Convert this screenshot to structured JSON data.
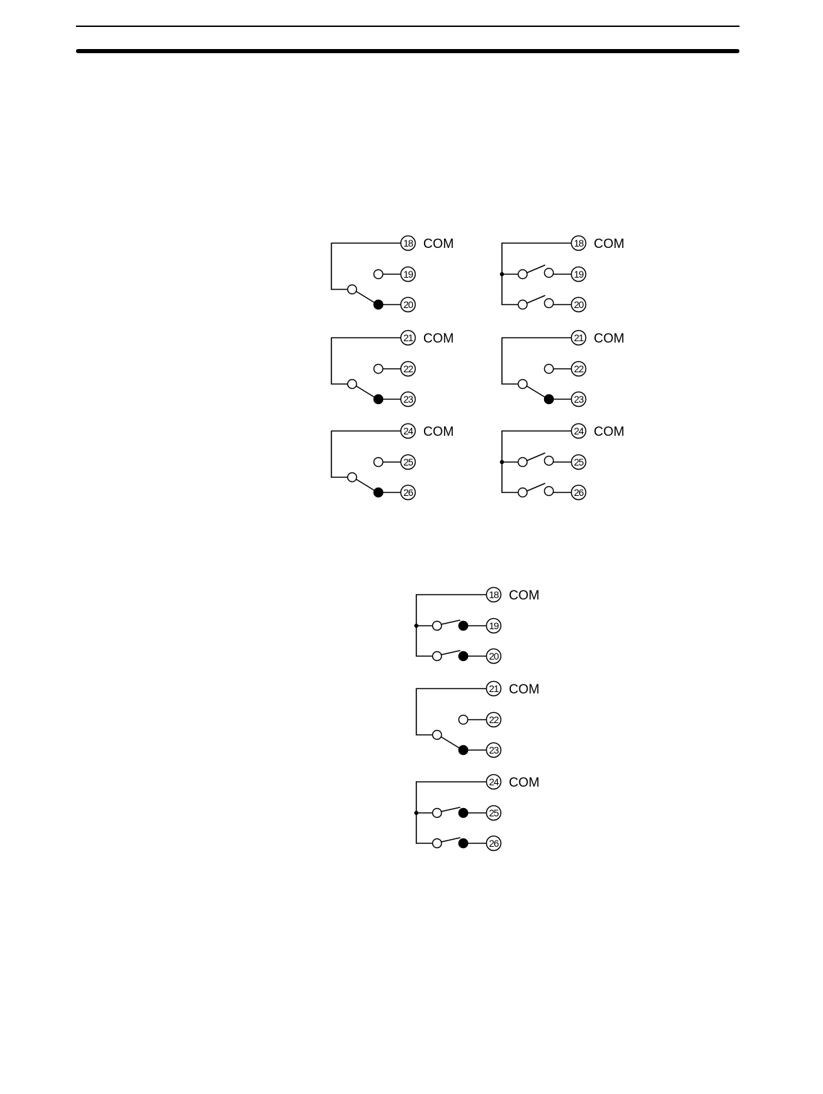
{
  "layouts": [
    {
      "id": "upper-left",
      "groups": [
        {
          "type": "changeover",
          "terminals": [
            "18",
            "19",
            "20"
          ],
          "com_label": "COM"
        },
        {
          "type": "changeover",
          "terminals": [
            "21",
            "22",
            "23"
          ],
          "com_label": "COM"
        },
        {
          "type": "changeover",
          "terminals": [
            "24",
            "25",
            "26"
          ],
          "com_label": "COM"
        }
      ]
    },
    {
      "id": "upper-right",
      "groups": [
        {
          "type": "dual-open",
          "terminals": [
            "18",
            "19",
            "20"
          ],
          "com_label": "COM"
        },
        {
          "type": "changeover",
          "terminals": [
            "21",
            "22",
            "23"
          ],
          "com_label": "COM"
        },
        {
          "type": "dual-open",
          "terminals": [
            "24",
            "25",
            "26"
          ],
          "com_label": "COM"
        }
      ]
    },
    {
      "id": "lower",
      "groups": [
        {
          "type": "dual-closed",
          "terminals": [
            "18",
            "19",
            "20"
          ],
          "com_label": "COM"
        },
        {
          "type": "changeover",
          "terminals": [
            "21",
            "22",
            "23"
          ],
          "com_label": "COM"
        },
        {
          "type": "dual-closed",
          "terminals": [
            "24",
            "25",
            "26"
          ],
          "com_label": "COM"
        }
      ]
    }
  ]
}
